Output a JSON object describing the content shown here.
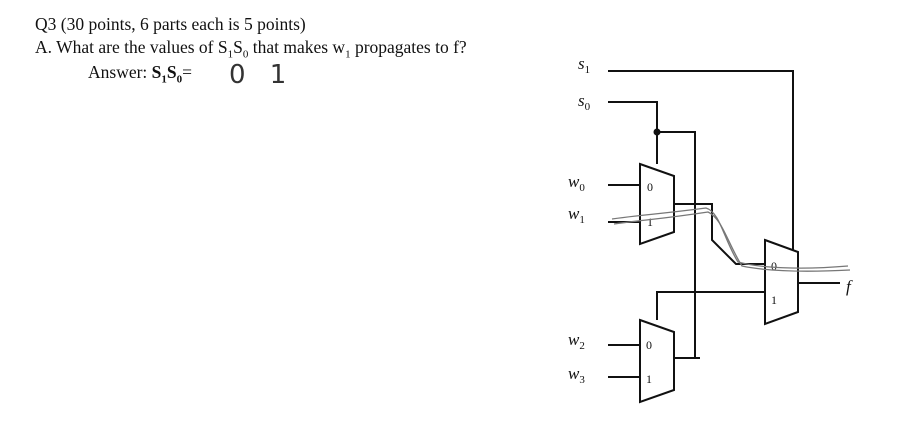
{
  "question": {
    "title": "Q3 (30 points, 6 parts each is 5 points)",
    "part_a_prefix": "A. What are the values of ",
    "part_a_var1": "S",
    "part_a_var1_sub": "1",
    "part_a_var2": "S",
    "part_a_var2_sub": "0",
    "part_a_mid": " that makes ",
    "part_a_w": "w",
    "part_a_w_sub": "1",
    "part_a_suffix": " propagates to f?",
    "answer_label": "Answer: ",
    "answer_var": "S",
    "answer_var_sub1": "1",
    "answer_var2": "S",
    "answer_var_sub2": "0",
    "answer_eq": "=",
    "handwritten_answer": "0 1"
  },
  "circuit": {
    "labels": {
      "s1": "s",
      "s1_sub": "1",
      "s0": "s",
      "s0_sub": "0",
      "w0": "w",
      "w0_sub": "0",
      "w1": "w",
      "w1_sub": "1",
      "w2": "w",
      "w2_sub": "2",
      "w3": "w",
      "w3_sub": "3",
      "f": "f"
    },
    "mux_top": {
      "in0": "0",
      "in1": "1"
    },
    "mux_bottom": {
      "in0": "0",
      "in1": "1"
    },
    "mux_final": {
      "in0": "0",
      "in1": "1"
    }
  }
}
